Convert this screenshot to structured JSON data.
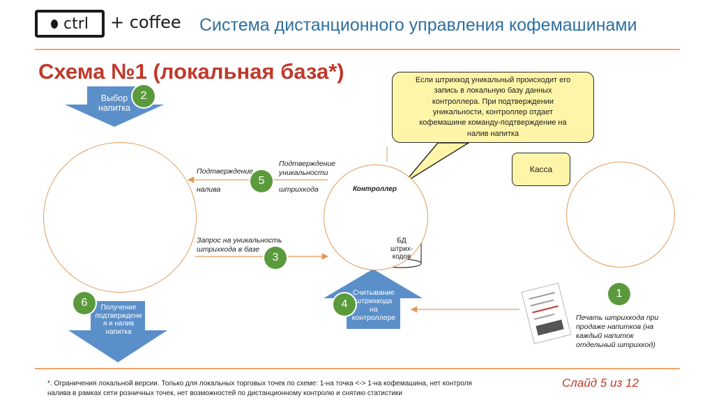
{
  "header": {
    "logo_ctrl": "ctrl",
    "logo_coffee": "+ coffee",
    "title": "Система дистанционного управления кофемашинами"
  },
  "scheme_title": "Схема №1 (локальная база*)",
  "callout": {
    "lines": [
      "Если штрихкод уникальный происходит его",
      "запись в локальную базу данных",
      "контроллера. При подтверждении",
      "уникальности, контроллер отдает",
      "кофемашине команду-подтверждение на",
      "налив напитка"
    ]
  },
  "nodes": {
    "select_drink": [
      "Выбор",
      "напитка"
    ],
    "controller": "Контроллер",
    "db": [
      "БД",
      "штрих-",
      "кодов"
    ],
    "cashier": "Касса",
    "receive": [
      "Получение",
      "подтверждени",
      "я и налив",
      "напитка"
    ],
    "read_barcode": [
      "Считывание",
      "штрихкода",
      "на",
      "контроллере"
    ]
  },
  "edges": {
    "confirm_pour_1": "Подтверждение",
    "confirm_pour_2": "налива",
    "confirm_unique_1": "Подтверждение",
    "confirm_unique_2": "уникальности",
    "confirm_unique_3": "штрихкода",
    "request_1": "Запрос на уникальность",
    "request_2": "штрихкода в базе",
    "print_1": "Печать штрихкода при",
    "print_2": "продаже напитков (на",
    "print_3": "каждый напиток",
    "print_4": "отдельный штрихкод)"
  },
  "badges": {
    "b1": "1",
    "b2": "2",
    "b3": "3",
    "b4": "4",
    "b5": "5",
    "b6": "6"
  },
  "footer": {
    "note_line1": "*. Ограничения локальной версии. Только для локальных торговых точек по схеме: 1-на точка <-> 1-на кофемашина, нет контроля",
    "note_line2": "налива в рамках сети розничных точек, нет возможностей по дистанционному контролю и снятию статистики",
    "slide": "Слайд 5 из 12"
  },
  "colors": {
    "accent_orange": "#e39a5b",
    "arrow_blue": "#5b8fc9",
    "badge_green": "#5b9a3c",
    "title_red": "#c0392b",
    "header_blue": "#2f6f9f"
  }
}
